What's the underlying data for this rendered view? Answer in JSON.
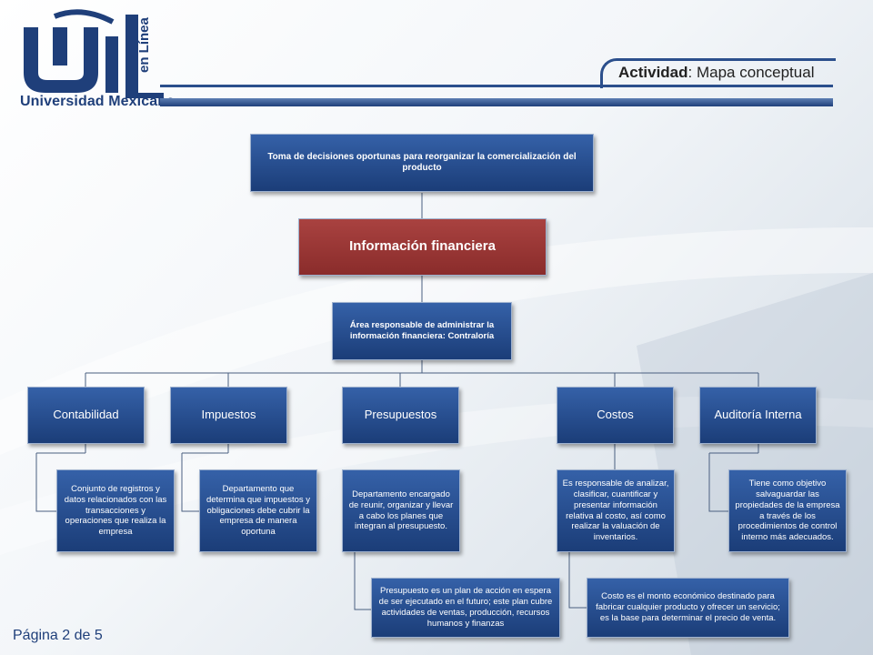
{
  "header": {
    "university_name": "Universidad Mexicana",
    "en_linea": "en Línea",
    "activity_label": "Actividad",
    "activity_separator": ":",
    "activity_topic": " Mapa conceptual"
  },
  "diagram": {
    "top": "Toma de decisiones oportunas para reorganizar la comercialización del producto",
    "center": "Información financiera",
    "area": "Área responsable de administrar la información financiera: Contraloría",
    "branches": [
      {
        "title": "Contabilidad",
        "desc": "Conjunto de registros y datos relacionados con las transacciones y operaciones que realiza la empresa"
      },
      {
        "title": "Impuestos",
        "desc": "Departamento que determina que impuestos y obligaciones debe cubrir la empresa de manera oportuna"
      },
      {
        "title": "Presupuestos",
        "desc": "Departamento encargado de reunir, organizar y llevar a cabo los planes que integran al presupuesto.",
        "extra": "Presupuesto es un plan de acción en espera de ser ejecutado en el futuro; este plan cubre actividades de ventas, producción, recursos humanos y finanzas"
      },
      {
        "title": "Costos",
        "desc": "Es responsable de analizar, clasificar, cuantificar y presentar información relativa al costo, así como realizar la valuación de inventarios.",
        "extra": "Costo es el monto económico destinado para fabricar cualquier producto y ofrecer un servicio; es la base para determinar el precio de venta."
      },
      {
        "title": "Auditoría Interna",
        "desc": "Tiene como objetivo salvaguardar las propiedades de la empresa a través de los procedimientos de control interno más adecuados."
      }
    ]
  },
  "footer": {
    "page": "Página 2 de 5"
  }
}
